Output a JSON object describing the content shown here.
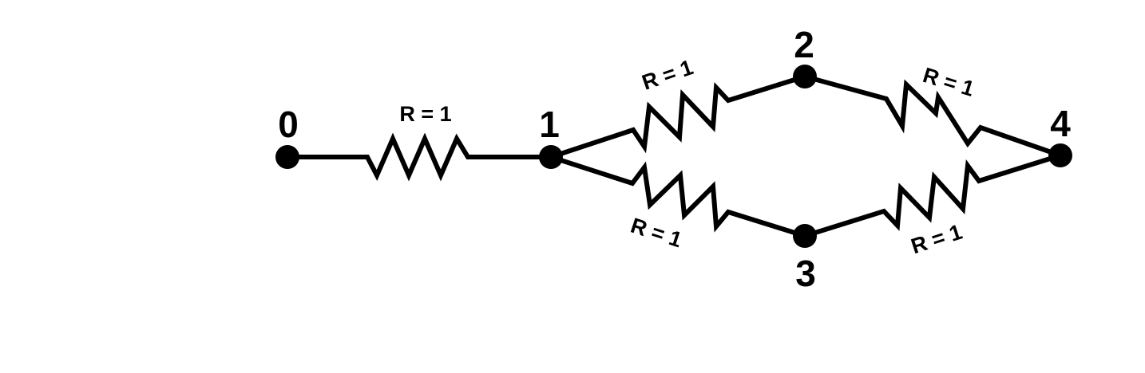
{
  "diagram": {
    "nodes": [
      {
        "id": "0",
        "label": "0"
      },
      {
        "id": "1",
        "label": "1"
      },
      {
        "id": "2",
        "label": "2"
      },
      {
        "id": "3",
        "label": "3"
      },
      {
        "id": "4",
        "label": "4"
      }
    ],
    "resistors": [
      {
        "from": "0",
        "to": "1",
        "label": "R = 1"
      },
      {
        "from": "1",
        "to": "2",
        "label": "R = 1"
      },
      {
        "from": "2",
        "to": "4",
        "label": "R = 1"
      },
      {
        "from": "1",
        "to": "3",
        "label": "R = 1"
      },
      {
        "from": "3",
        "to": "4",
        "label": "R = 1"
      }
    ],
    "colors": {
      "line": "#000000",
      "background": "#ffffff"
    }
  }
}
